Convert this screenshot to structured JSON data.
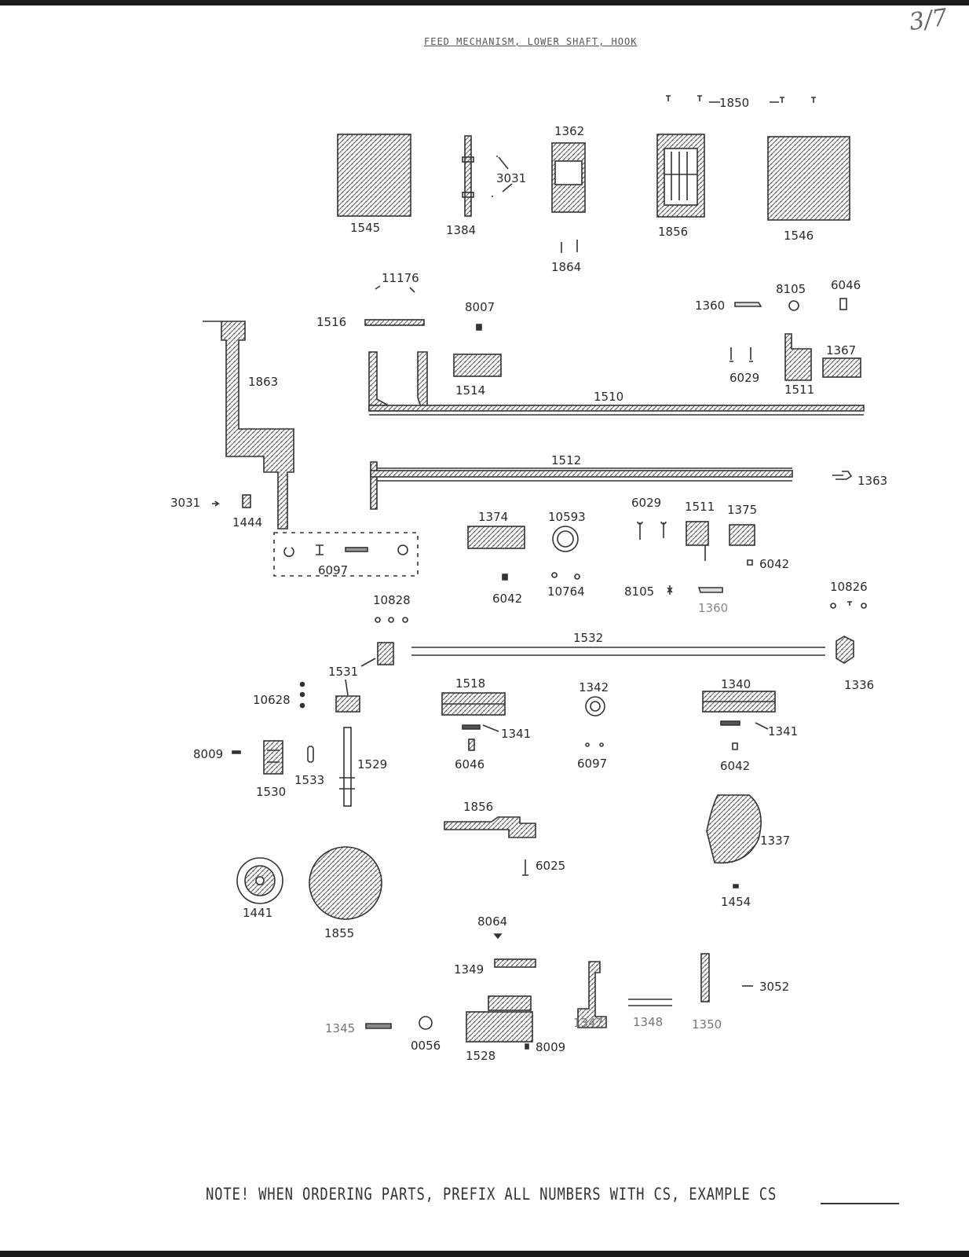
{
  "title": "FEED MECHANISM, LOWER SHAFT, HOOK",
  "corner_mark": "3/7",
  "callouts": {
    "c1850": "1850",
    "c1545": "1545",
    "c1384": "1384",
    "c1362": "1362",
    "c3031a": "3031",
    "c1864": "1864",
    "c1856a": "1856",
    "c1546": "1546",
    "c11176": "11176",
    "c8105a": "8105",
    "c6046a": "6046",
    "c1360a": "1360",
    "c1516": "1516",
    "c8007": "8007",
    "c1863": "1863",
    "c1514": "1514",
    "c1510": "1510",
    "c6029a": "6029",
    "c1511a": "1511",
    "c1367": "1367",
    "c1512": "1512",
    "c1363": "1363",
    "c3031b": "3031",
    "c1444": "1444",
    "c1374": "1374",
    "c10593": "10593",
    "c6029b": "6029",
    "c1511b": "1511",
    "c1375": "1375",
    "c6042a": "6042",
    "c6097a": "6097",
    "c6042b": "6042",
    "c10764": "10764",
    "c8105b": "8105",
    "c1360b": "1360",
    "c10828a": "10828",
    "c10826": "10826",
    "c1532": "1532",
    "c1531": "1531",
    "c1336": "1336",
    "c10628": "10628",
    "c1518": "1518",
    "c1341a": "1341",
    "c1342": "1342",
    "c1340": "1340",
    "c1341b": "1341",
    "c8009a": "8009",
    "c1529": "1529",
    "c1533": "1533",
    "c1530": "1530",
    "c6046b": "6046",
    "c6097b": "6097",
    "c6042c": "6042",
    "c1856b": "1856",
    "c1337": "1337",
    "c6025": "6025",
    "c1441": "1441",
    "c1855": "1855",
    "c1454": "1454",
    "c8064": "8064",
    "c1349": "1349",
    "c3052": "3052",
    "c1345": "1345",
    "c0056": "0056",
    "c1528": "1528",
    "c8009b": "8009",
    "c1347": "1347",
    "c1348": "1348",
    "c1350": "1350"
  },
  "note": {
    "text": "NOTE!  WHEN ORDERING PARTS, PREFIX ALL NUMBERS WITH CS, EXAMPLE CS"
  }
}
